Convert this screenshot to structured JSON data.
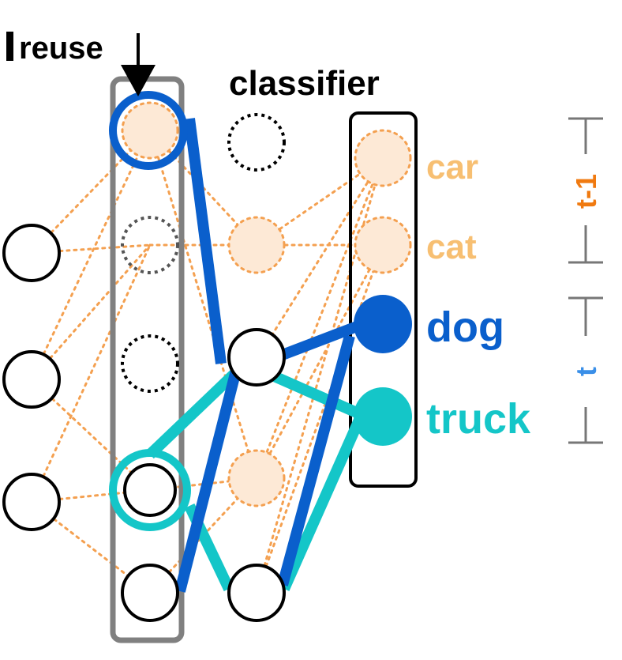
{
  "labels": {
    "reuse": "reuse",
    "classifier": "classifier",
    "classes": [
      "car",
      "cat",
      "dog",
      "truck"
    ],
    "task_prev": "t-1",
    "task_curr": "t"
  },
  "colors": {
    "previous_task": "#f4a050",
    "previous_task_fill": "#fde9d6",
    "dog_blue": "#0a5fcc",
    "truck_cyan": "#14c6c8",
    "task_prev_text": "#f07a10",
    "task_curr_text": "#3a8fe8",
    "label_car_cat": "#f7bf72",
    "neutral": "#000000",
    "reuse_box": "#808080"
  }
}
